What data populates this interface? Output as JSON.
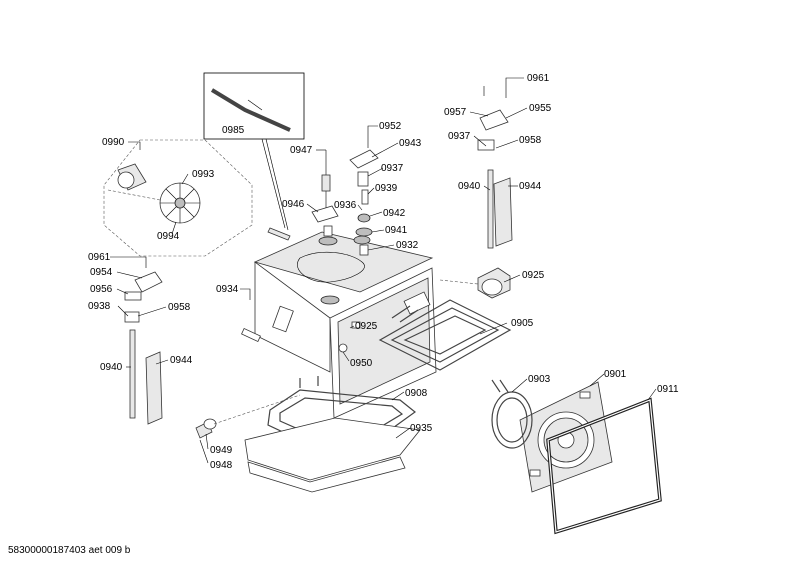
{
  "drawing": {
    "footer_id": "58300000187403 aet 009 b"
  },
  "callouts": {
    "c0961_top": "0961",
    "c0957": "0957",
    "c0955": "0955",
    "c0937_right": "0937",
    "c0958_right": "0958",
    "c0940_right": "0940",
    "c0944_right": "0944",
    "c0952": "0952",
    "c0943": "0943",
    "c0947": "0947",
    "c0937_mid": "0937",
    "c0939": "0939",
    "c0936": "0936",
    "c0942": "0942",
    "c0941": "0941",
    "c0932": "0932",
    "c0946": "0946",
    "c0985": "0985",
    "c0990": "0990",
    "c0993": "0993",
    "c0994": "0994",
    "c0961_left": "0961",
    "c0954": "0954",
    "c0956": "0956",
    "c0938": "0938",
    "c0958_left": "0958",
    "c0940_left": "0940",
    "c0944_left": "0944",
    "c0934": "0934",
    "c0925_right": "0925",
    "c0925_mid": "0925",
    "c0905": "0905",
    "c0950": "0950",
    "c0908": "0908",
    "c0935": "0935",
    "c0949": "0949",
    "c0948": "0948",
    "c0903": "0903",
    "c0901": "0901",
    "c0911": "0911"
  }
}
